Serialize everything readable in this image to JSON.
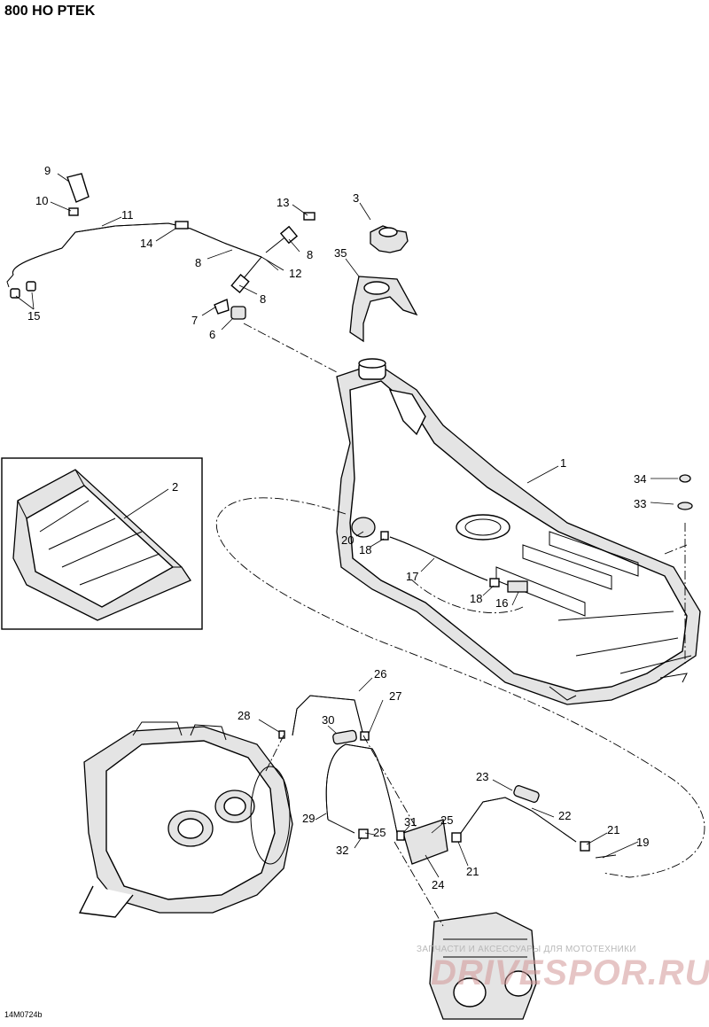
{
  "header": {
    "title": "800 HO PTEK"
  },
  "footer": {
    "code": "14M0724b"
  },
  "watermark": {
    "line1": "ЗАПЧАСТИ И АКСЕССУАРЫ ДЛЯ МОТОТЕХНИКИ",
    "line2": "DRIVESPOR.RU"
  },
  "callouts": [
    "1",
    "2",
    "3",
    "6",
    "7",
    "8",
    "8",
    "8",
    "9",
    "10",
    "11",
    "12",
    "13",
    "14",
    "15",
    "16",
    "17",
    "18",
    "18",
    "19",
    "20",
    "21",
    "21",
    "22",
    "23",
    "24",
    "25",
    "25",
    "26",
    "27",
    "28",
    "29",
    "30",
    "31",
    "32",
    "33",
    "34",
    "35"
  ]
}
